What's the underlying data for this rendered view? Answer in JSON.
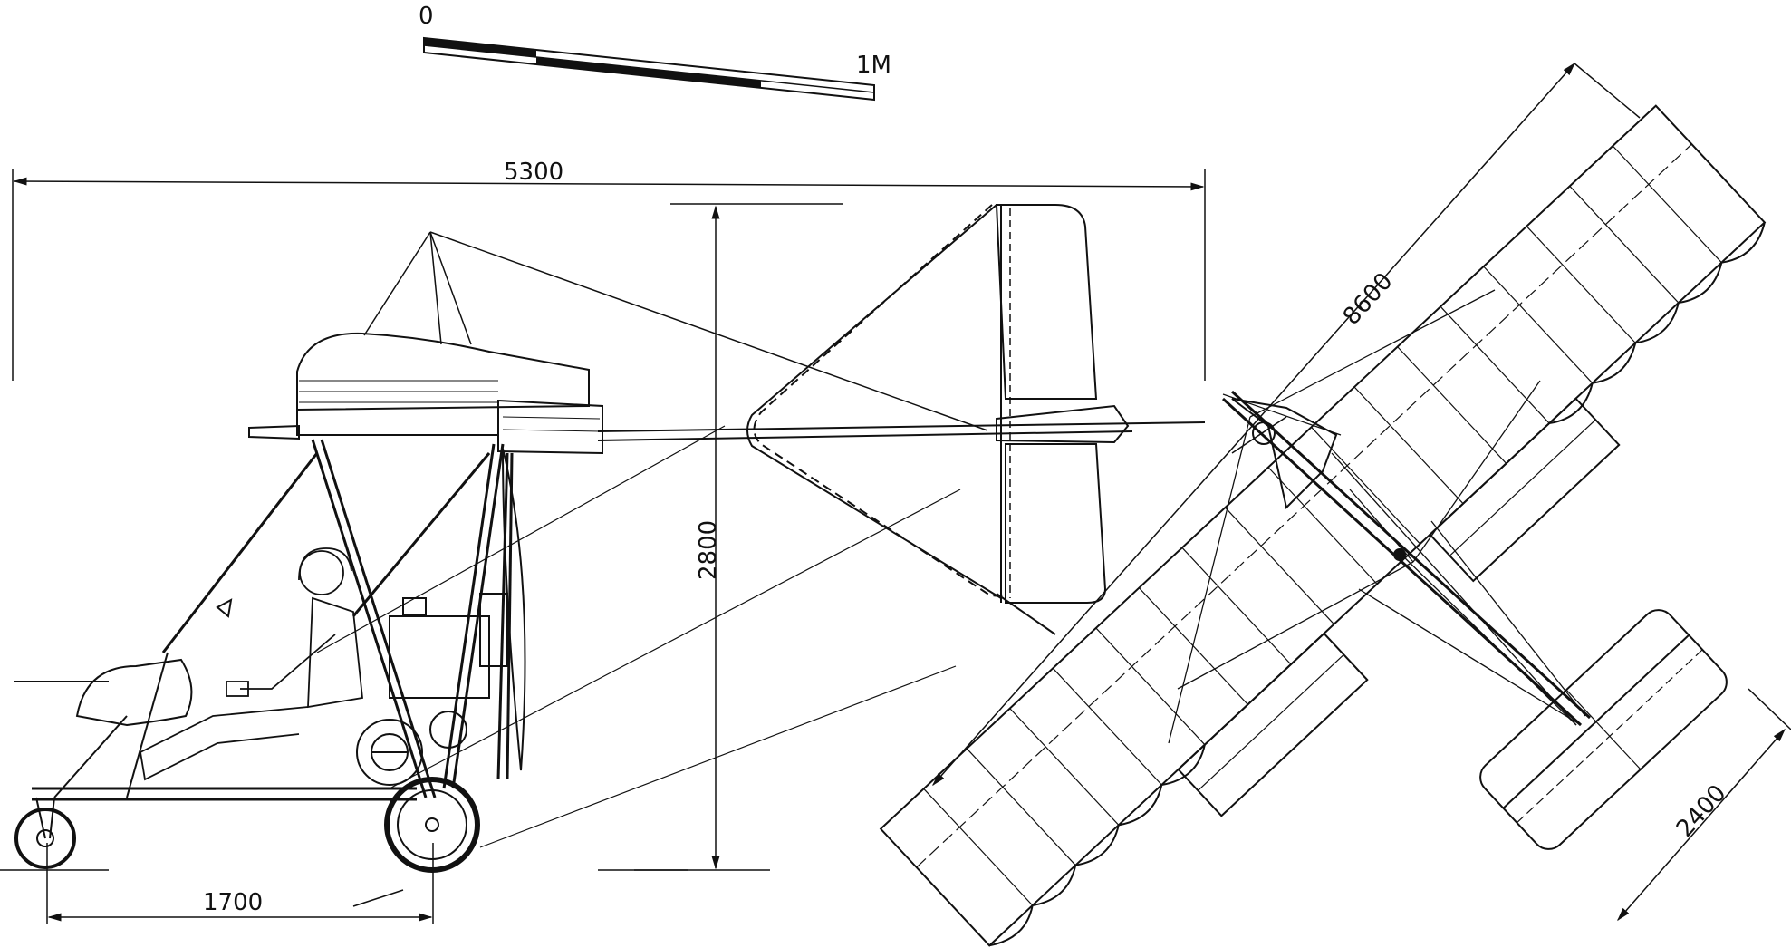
{
  "scale_bar": {
    "zero_label": "0",
    "end_label": "1M"
  },
  "dimensions": {
    "length": "5300",
    "height": "2800",
    "wheelbase": "1700",
    "wingspan": "8600",
    "chord": "2400"
  },
  "colors": {
    "ink": "#111111",
    "paper": "#ffffff"
  }
}
